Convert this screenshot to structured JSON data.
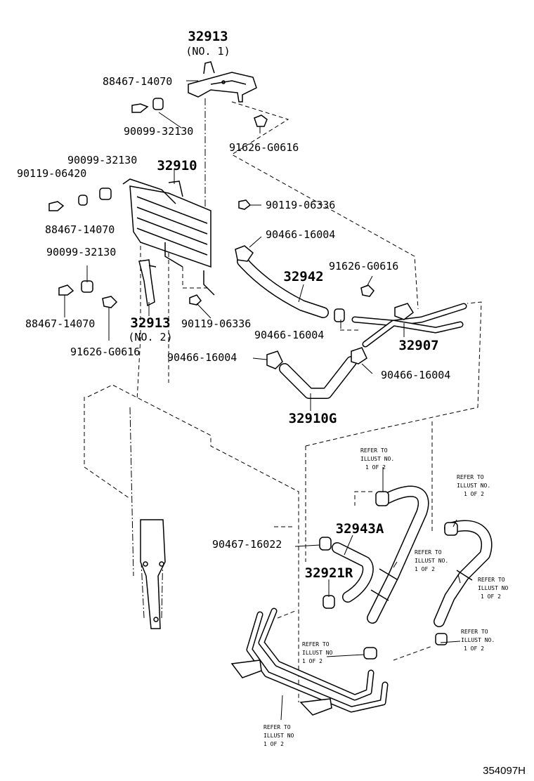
{
  "diagram_id": "354097H",
  "callouts": {
    "bracket_no1": {
      "number": "32913",
      "sub": "(NO. 1)"
    },
    "cooler": {
      "number": "32910"
    },
    "bracket_no2": {
      "number": "32913",
      "sub": "(NO. 2)"
    },
    "hose_32942": {
      "number": "32942"
    },
    "tube_32907": {
      "number": "32907"
    },
    "hose_32910g": {
      "number": "32910G"
    },
    "hose_32943a": {
      "number": "32943A"
    },
    "hose_32921r": {
      "number": "32921R"
    }
  },
  "part_labels": {
    "bolt_top": "88467-14070",
    "spacer_top": "90099-32130",
    "nut_top_right": "91626-G0616",
    "spacer_mid": "90099-32130",
    "bolt_mid_left": "90119-06420",
    "bolt_mid_right": "90119-06336",
    "bolt_mid": "88467-14070",
    "clip_upper": "90466-16004",
    "nut_mid_right": "91626-G0616",
    "spacer_low": "90099-32130",
    "bolt_low": "88467-14070",
    "bolt_low_center": "90119-06336",
    "nut_low": "91626-G0616",
    "clip_mid": "90466-16004",
    "clip_left": "90466-16004",
    "clip_right": "90466-16004",
    "clip_lower": "90467-16022"
  },
  "refer_notes": {
    "r1": [
      "REFER TO",
      "ILLUST NO.",
      "1 OF 2"
    ],
    "r2": [
      "REFER TO",
      "ILLUST NO.",
      "1 OF 2"
    ],
    "r3": [
      "REFER TO",
      "ILLUST NO.",
      "1 OF 2"
    ],
    "r4": [
      "REFER TO",
      "ILLUST NO",
      "1 OF 2"
    ],
    "r5": [
      "REFER TO",
      "ILLUST NO.",
      "1 OF 2"
    ],
    "r6": [
      "REFER TO",
      "ILLUST NO",
      "1 OF 2"
    ],
    "r7": [
      "REFER TO",
      "ILLUST NO",
      "1 OF 2"
    ]
  }
}
